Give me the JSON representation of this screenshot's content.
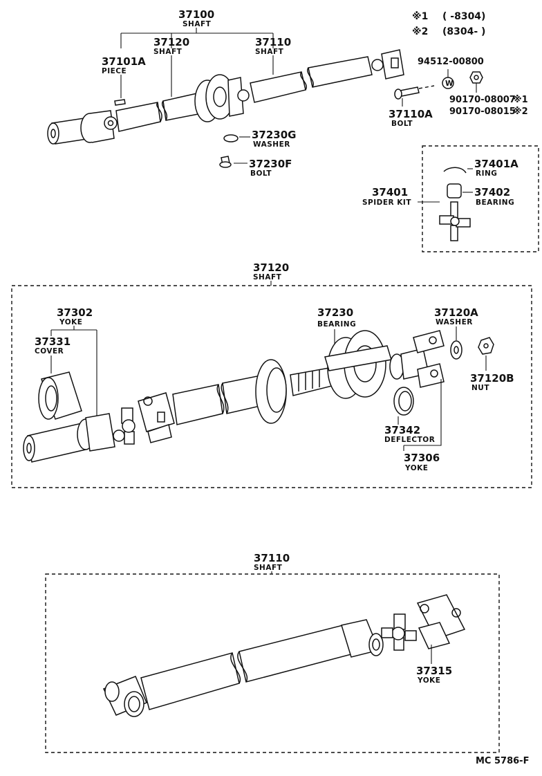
{
  "notes": {
    "note1_mark": "※1",
    "note1_text": "(      -8304)",
    "note2_mark": "※2",
    "note2_text": "(8304-       )"
  },
  "callouts": [
    {
      "id": "c37100",
      "number": "37100",
      "name": "SHAFT"
    },
    {
      "id": "c37120",
      "number": "37120",
      "name": "SHAFT"
    },
    {
      "id": "c37110",
      "number": "37110",
      "name": "SHAFT"
    },
    {
      "id": "c37101a",
      "number": "37101A",
      "name": "PIECE"
    },
    {
      "id": "c37230g",
      "number": "37230G",
      "name": "WASHER"
    },
    {
      "id": "c37230f",
      "number": "37230F",
      "name": "BOLT"
    },
    {
      "id": "c37110a",
      "number": "37110A",
      "name": "BOLT"
    },
    {
      "id": "c37401a",
      "number": "37401A",
      "name": "RING"
    },
    {
      "id": "c37401",
      "number": "37401",
      "name": "SPIDER KIT"
    },
    {
      "id": "c37402",
      "number": "37402",
      "name": "BEARING"
    },
    {
      "id": "c37120b",
      "number": "37120",
      "name": "SHAFT"
    },
    {
      "id": "c37302",
      "number": "37302",
      "name": "YOKE"
    },
    {
      "id": "c37331",
      "number": "37331",
      "name": "COVER"
    },
    {
      "id": "c37230",
      "number": "37230",
      "name": "BEARING"
    },
    {
      "id": "c37120a",
      "number": "37120A",
      "name": "WASHER"
    },
    {
      "id": "c37120bn",
      "number": "37120B",
      "name": "NUT"
    },
    {
      "id": "c37342",
      "number": "37342",
      "name": "DEFLECTOR"
    },
    {
      "id": "c37306",
      "number": "37306",
      "name": "YOKE"
    },
    {
      "id": "c37110b",
      "number": "37110",
      "name": "SHAFT"
    },
    {
      "id": "c37315",
      "number": "37315",
      "name": "YOKE"
    }
  ],
  "part_numbers": {
    "washer_pn": "94512-00800",
    "washer_symbol": "W",
    "nut_pn_1": "90170-08007",
    "nut_pn_1_mark": "※1",
    "nut_pn_2": "90170-08015",
    "nut_pn_2_mark": "※2"
  },
  "footer_code": "MC  5786-F"
}
